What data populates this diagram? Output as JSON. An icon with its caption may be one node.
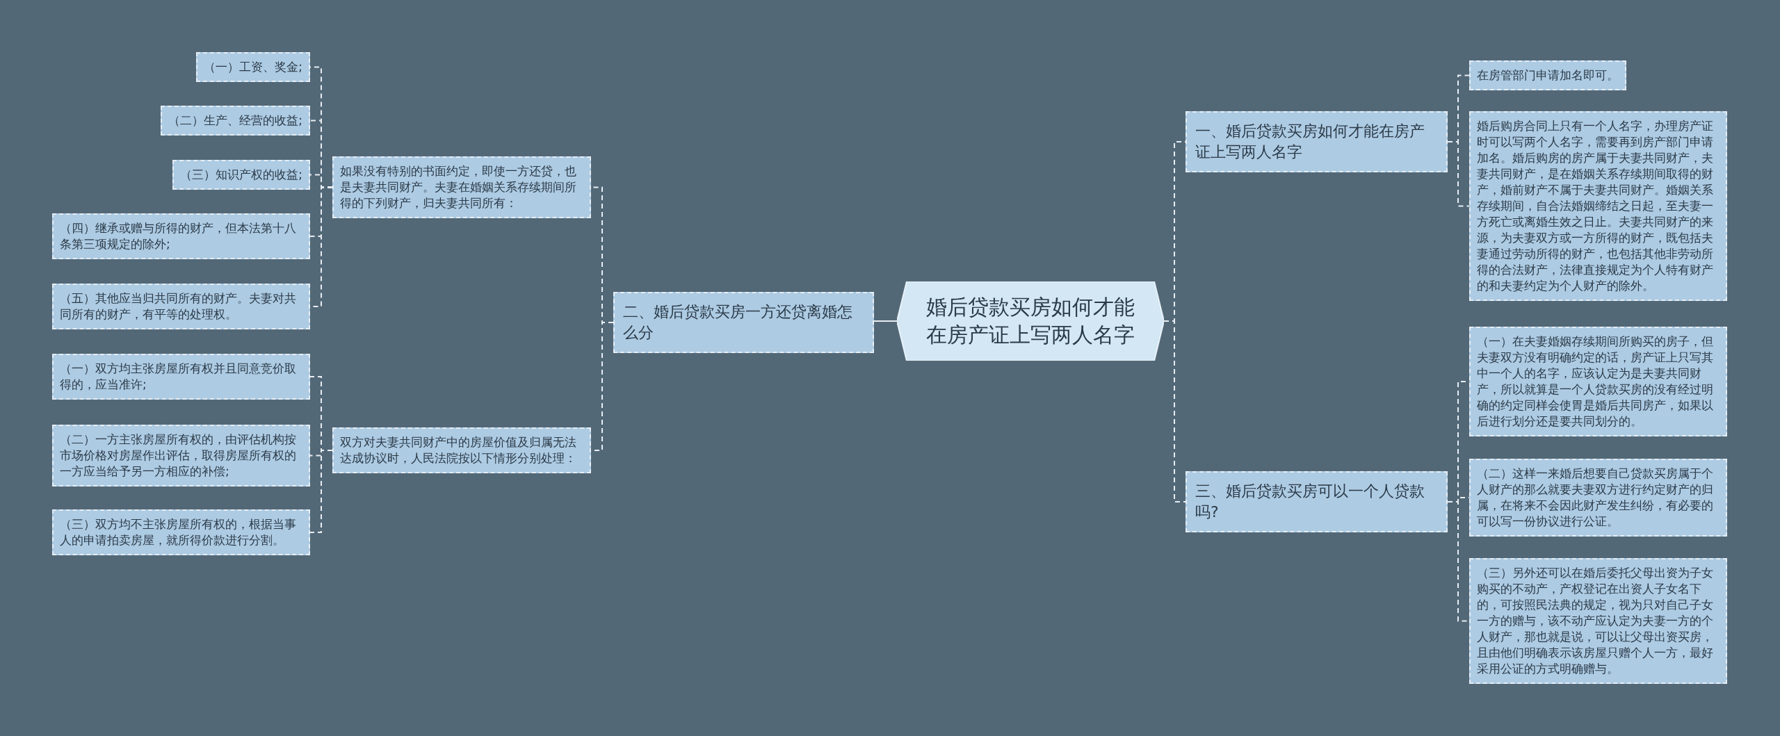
{
  "diagram": {
    "nodes": [
      {
        "text": [
          "婚后贷款买房如何才能在房产证上写两人名字"
        ]
      },
      {
        "text": [
          "一、婚后贷款买房如何才能在房产证上写两人名字"
        ]
      },
      {
        "text": [
          "在房管部门申请加名即可。"
        ]
      },
      {
        "text": [
          "婚后购房合同上只有一个人名字，办理房产证时可以写两个人名字，需要再到房产部门申请加名。婚后购房的房产属于夫妻共同财产，夫妻共同财产，是在婚姻关系存续期间取得的财产，婚前财产不属于夫妻共同财产。婚姻关系存续期间，自合法婚姻缔结之日起，至夫妻一方死亡或离婚生效之日止。夫妻共同财产的来源，为夫妻双方或一方所得的财产，既包括夫妻通过劳动所得的财产，也包括其他非劳动所得的合法财产，法律直接规定为个人特有财产的和夫妻约定为个人财产的除外。"
        ]
      },
      {
        "text": [
          "三、婚后贷款买房可以一个人贷款吗?"
        ]
      },
      {
        "text": [
          "（一）在夫妻婚姻存续期间所购买的房子，但夫妻双方没有明确约定的话，房产证上只写其中一个人的名字，应该认定为是夫妻共同财产，所以就算是一个人贷款买房的没有经过明确的约定同样会使胃是婚后共同房产，如果以后进行划分还是要共同划分的。"
        ]
      },
      {
        "text": [
          "（二）这样一来婚后想要自己贷款买房属于个人财产的那么就要夫妻双方进行约定财产的归属，在将来不会因此财产发生纠纷，有必要的可以写一份协议进行公证。"
        ]
      },
      {
        "text": [
          "（三）另外还可以在婚后委托父母出资为子女购买的不动产，产权登记在出资人子女名下的，可按照民法典的规定，视为只对自己子女一方的赠与，该不动产应认定为夫妻一方的个人财产，那也就是说，可以让父母出资买房，且由他们明确表示该房屋只赠个人一方，最好采用公证的方式明确赠与。"
        ]
      },
      {
        "text": [
          "二、婚后贷款买房一方还贷离婚怎么分"
        ]
      },
      {
        "text": [
          "如果没有特别的书面约定，即使一方还贷，也是夫妻共同财产。夫妻在婚姻关系存续期间所得的下列财产，归夫妻共同所有："
        ]
      },
      {
        "text": [
          "（一）工资、奖金;"
        ]
      },
      {
        "text": [
          "（二）生产、经营的收益;"
        ]
      },
      {
        "text": [
          "（三）知识产权的收益;"
        ]
      },
      {
        "text": [
          "（四）继承或赠与所得的财产，但本法第十八条第三项规定的除外;"
        ]
      },
      {
        "text": [
          "（五）其他应当归共同所有的财产。夫妻对共同所有的财产，有平等的处理权。"
        ]
      },
      {
        "text": [
          " 双方对夫妻共同财产中的房屋价值及归属无法达成协议时，人民法院按以下情形分别处理："
        ]
      },
      {
        "text": [
          "（一）双方均主张房屋所有权并且同意竞价取得的，应当准许;"
        ]
      },
      {
        "text": [
          "（二）一方主张房屋所有权的，由评估机构按市场价格对房屋作出评估，取得房屋所有权的一方应当给予另一方相应的补偿;"
        ]
      },
      {
        "text": [
          "（三）双方均不主张房屋所有权的，根据当事人的申请拍卖房屋，就所得价款进行分割。"
        ]
      }
    ],
    "edges": [
      {
        "from": 0,
        "to": 1,
        "arrow": "none",
        "style": "dashed"
      },
      {
        "from": 0,
        "to": 4,
        "arrow": "none",
        "style": "dashed"
      },
      {
        "from": 0,
        "to": 8,
        "arrow": "none"
      },
      {
        "from": 1,
        "to": 2,
        "arrow": "none",
        "style": "dashed"
      },
      {
        "from": 1,
        "to": 3,
        "arrow": "none",
        "style": "dashed"
      },
      {
        "from": 4,
        "to": 5,
        "arrow": "none",
        "style": "dashed"
      },
      {
        "from": 4,
        "to": 6,
        "arrow": "none",
        "style": "dashed"
      },
      {
        "from": 4,
        "to": 7,
        "arrow": "none",
        "style": "dashed"
      },
      {
        "from": 8,
        "to": 9,
        "arrow": "none",
        "style": "dashed"
      },
      {
        "from": 8,
        "to": 15,
        "arrow": "none",
        "style": "dashed"
      },
      {
        "from": 9,
        "to": 10,
        "arrow": "none",
        "style": "dashed"
      },
      {
        "from": 9,
        "to": 11,
        "arrow": "none",
        "style": "dashed"
      },
      {
        "from": 9,
        "to": 12,
        "arrow": "none",
        "style": "dashed"
      },
      {
        "from": 9,
        "to": 13,
        "arrow": "none",
        "style": "dashed"
      },
      {
        "from": 9,
        "to": 14,
        "arrow": "none",
        "style": "dashed"
      },
      {
        "from": 15,
        "to": 16,
        "arrow": "none",
        "style": "dashed"
      },
      {
        "from": 15,
        "to": 17,
        "arrow": "none",
        "style": "dashed"
      },
      {
        "from": 15,
        "to": 18,
        "arrow": "none",
        "style": "dashed"
      }
    ]
  }
}
